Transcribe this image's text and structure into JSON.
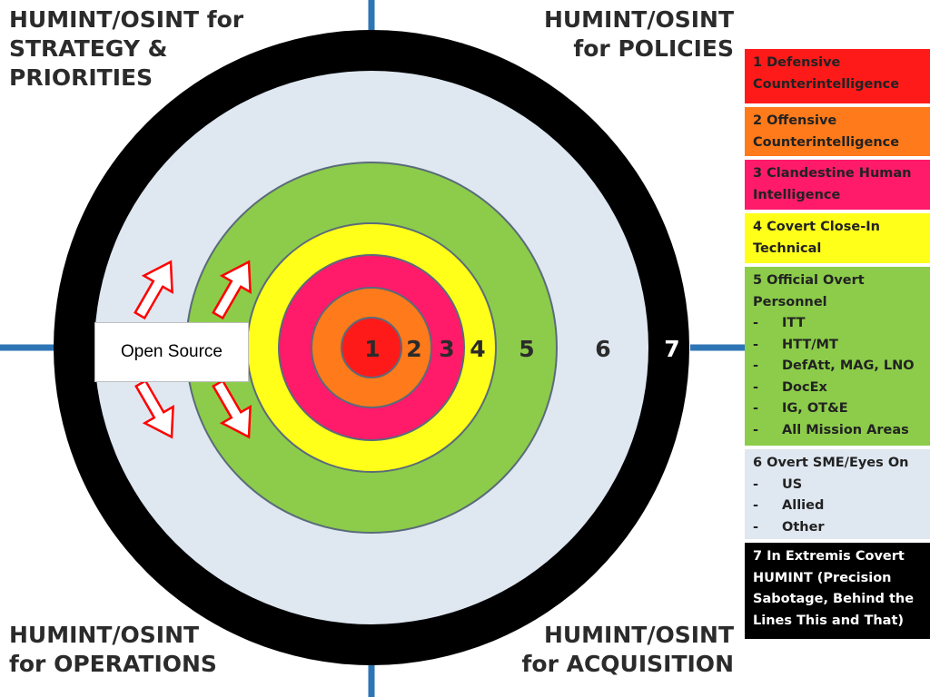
{
  "corners": {
    "top_left": "HUMINT/OSINT for\nSTRATEGY &\nPRIORITIES",
    "top_right": "HUMINT/OSINT\nfor POLICIES",
    "bottom_left": "HUMINT/OSINT\nfor OPERATIONS",
    "bottom_right": "HUMINT/OSINT\nfor ACQUISITION"
  },
  "open_source_label": "Open Source",
  "ring_numbers": [
    "1",
    "2",
    "3",
    "4",
    "5",
    "6",
    "7"
  ],
  "colors": {
    "ring_1": "#ff1a1a",
    "ring_2": "#ff7a1a",
    "ring_3": "#ff1a6a",
    "ring_4": "#ffff1a",
    "ring_5": "#8ccc4a",
    "ring_6": "#dfe7f1",
    "ring_7": "#000000",
    "crosshair": "#2e75b6",
    "arrow": "#ff0000"
  },
  "legend": [
    {
      "title": "1 Defensive\nCounterintelligence",
      "items": []
    },
    {
      "title": "2 Offensive\nCounterintelligence",
      "items": []
    },
    {
      "title": "3 Clandestine Human\nIntelligence",
      "items": []
    },
    {
      "title": "4 Covert Close-In\nTechnical",
      "items": []
    },
    {
      "title": "5 Official Overt\nPersonnel",
      "items": [
        "ITT",
        "HTT/MT",
        "DefAtt, MAG, LNO",
        "DocEx",
        "IG, OT&E",
        "All Mission Areas"
      ]
    },
    {
      "title": "6 Overt SME/Eyes On",
      "items": [
        "US",
        "Allied",
        "Other"
      ]
    },
    {
      "title": "7 In Extremis Covert\nHUMINT (Precision\nSabotage, Behind the\nLines This and That)",
      "items": []
    }
  ],
  "legend_dash": "-"
}
